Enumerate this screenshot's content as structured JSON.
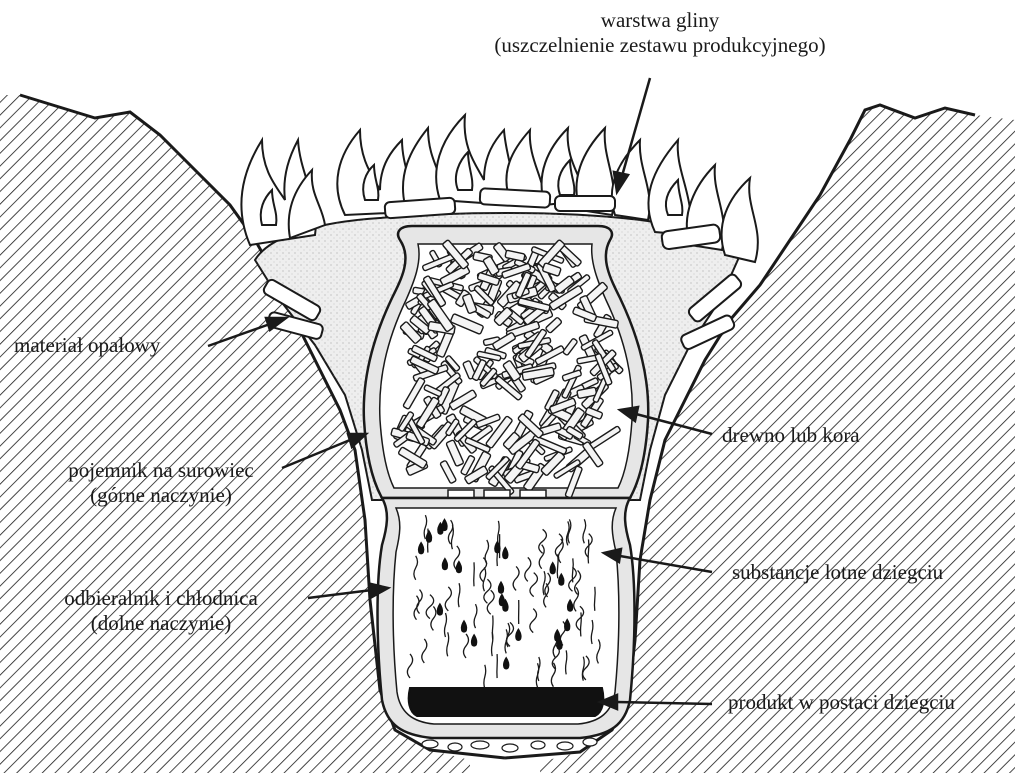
{
  "labels": {
    "clay_layer": {
      "line1": "warstwa gliny",
      "line2": "(uszczelnienie zestawu produkcyjnego)"
    },
    "fuel": {
      "line1": "materiał opałowy"
    },
    "wood": {
      "line1": "drewno lub kora"
    },
    "upper_vessel": {
      "line1": "pojemnik na surowiec",
      "line2": "(górne naczynie)"
    },
    "volatiles": {
      "line1": "substancje lotne dziegciu"
    },
    "lower_vessel": {
      "line1": "odbieralnik i chłodnica",
      "line2": "(dolne naczynie)"
    },
    "product": {
      "line1": "produkt w postaci dziegciu"
    }
  },
  "colors": {
    "ink": "#1a1a1a",
    "clay": "#eeeeee",
    "vessel_wall": "#e6e6e6",
    "tar": "#111111"
  }
}
